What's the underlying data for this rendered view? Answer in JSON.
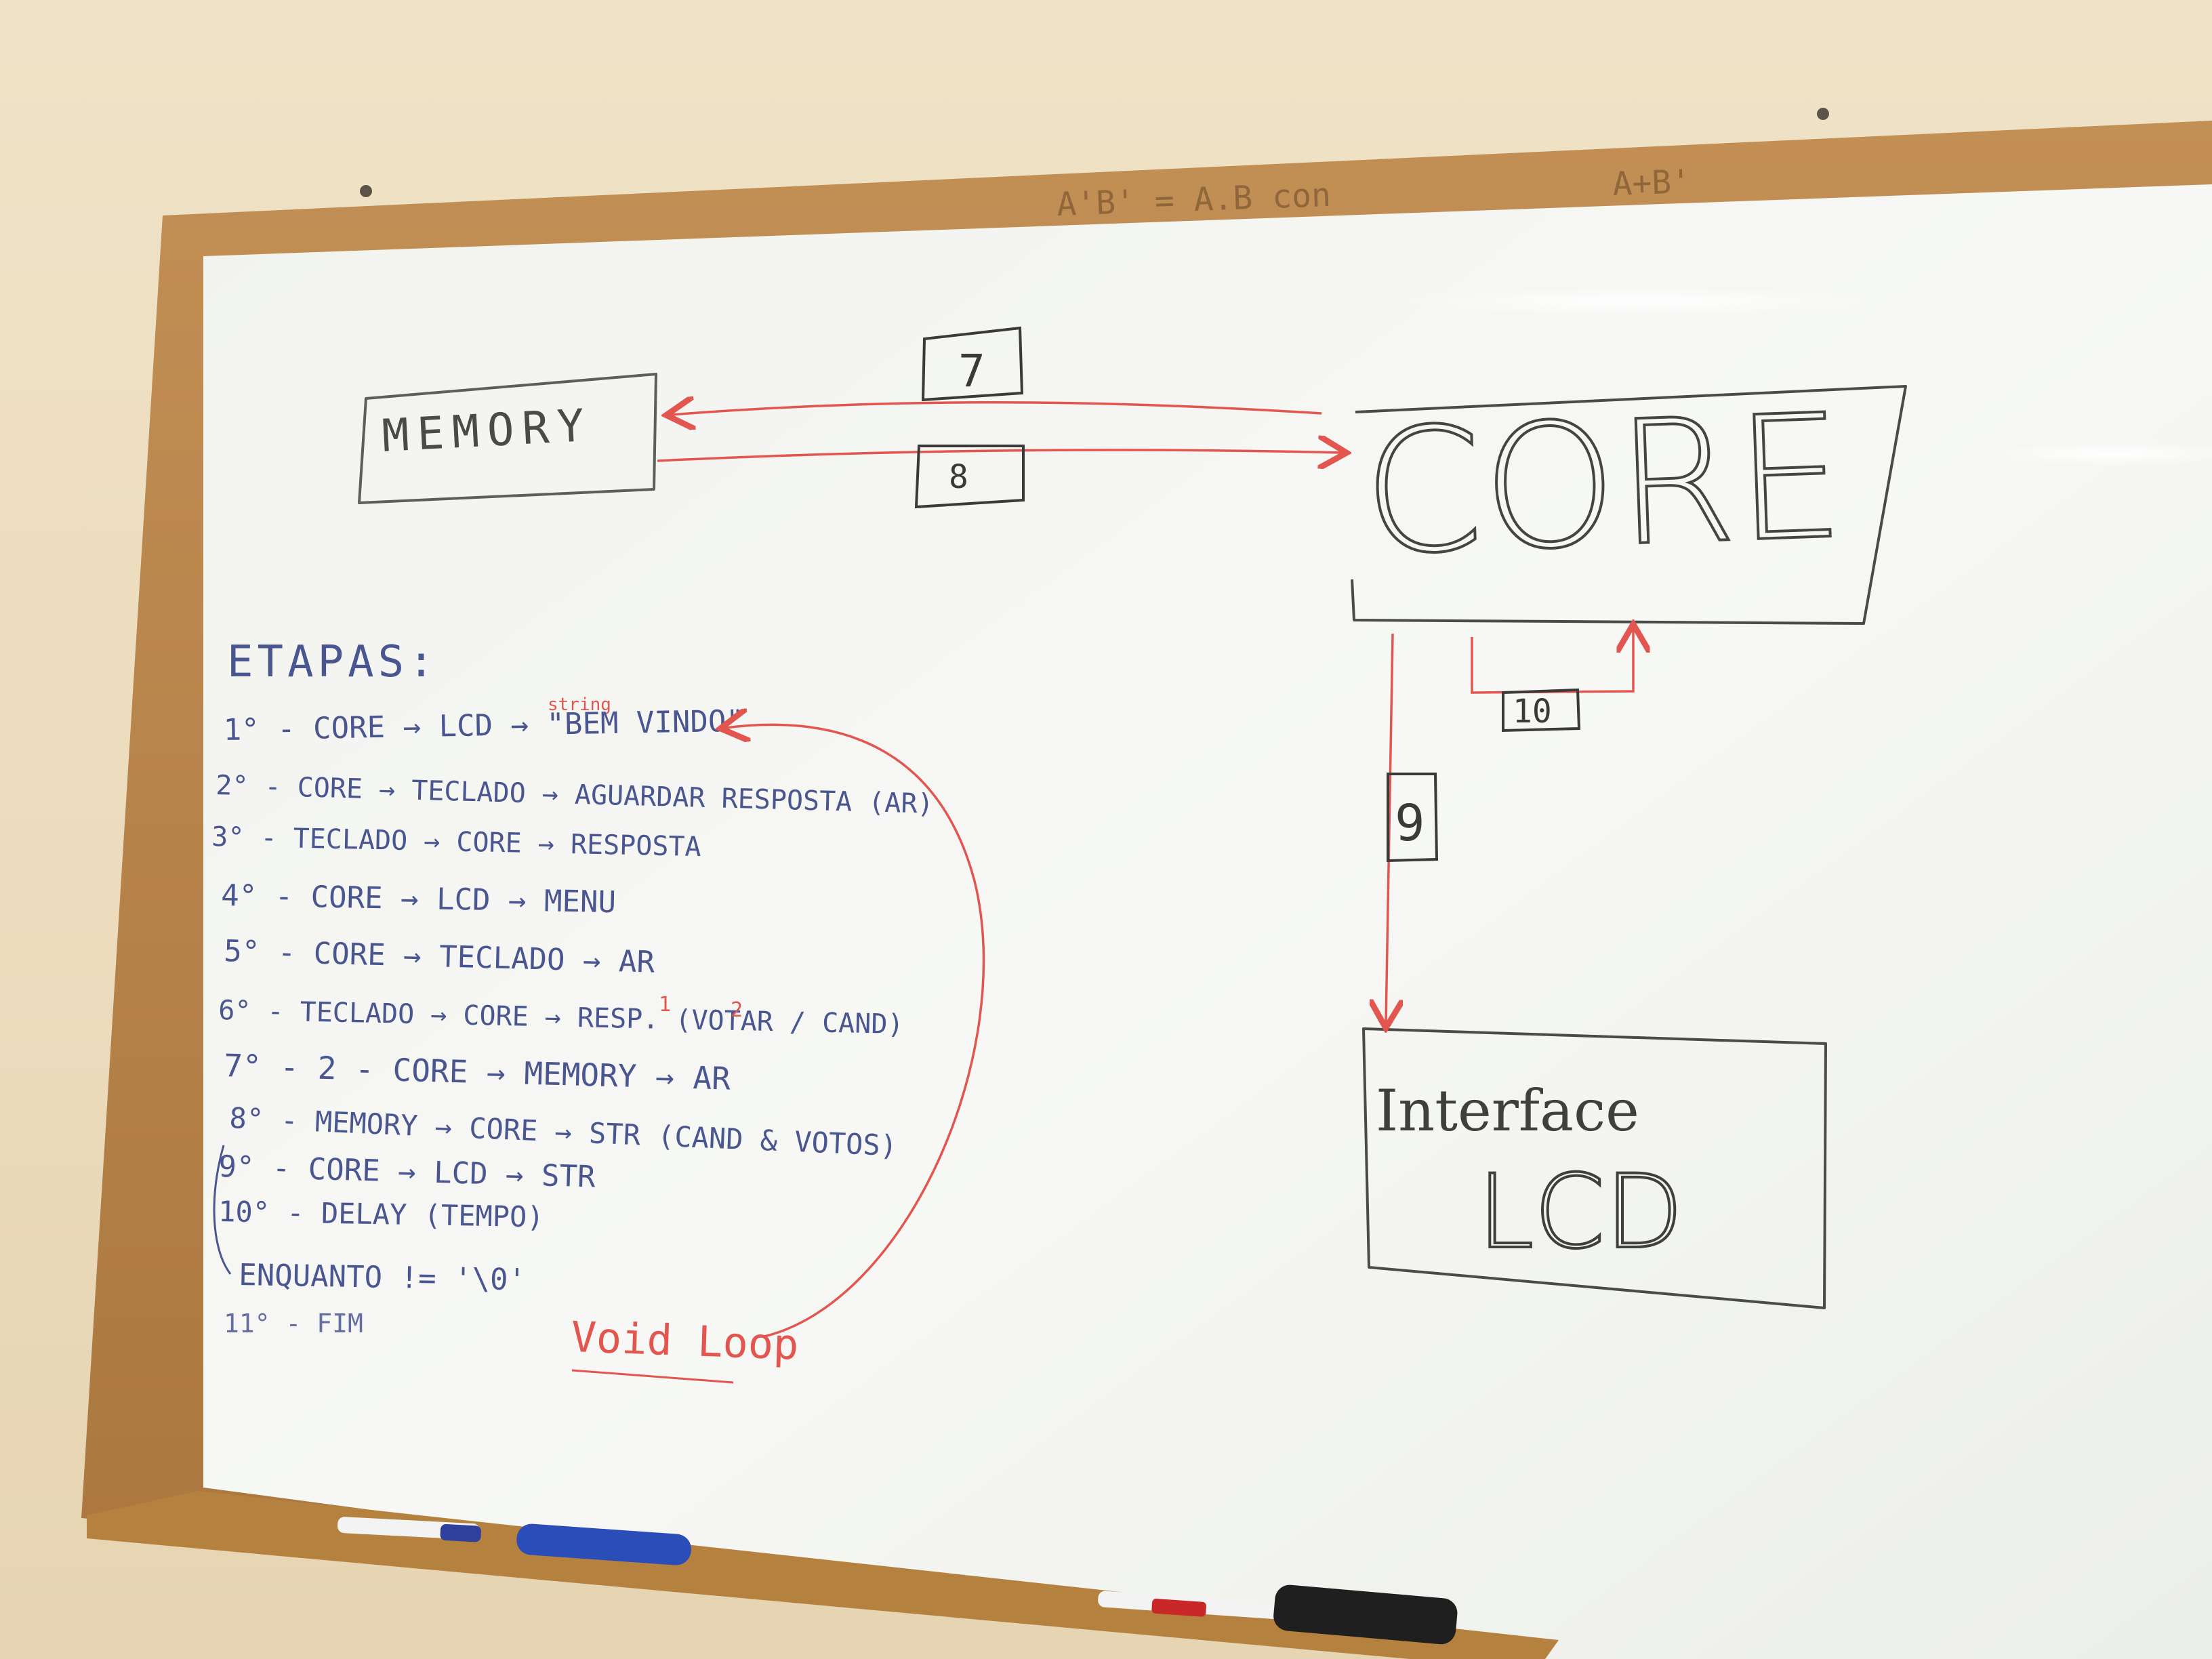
{
  "board": {
    "frame_note_left": "A'B' = A.B con",
    "frame_note_right": "A+B'"
  },
  "diagram": {
    "memory_label": "MEMORY",
    "core_label": "CORE",
    "interface_label_line1": "Interface",
    "interface_label_line2": "LCD",
    "arrow_label_7": "7",
    "arrow_label_8": "8",
    "arrow_label_9": "9",
    "arrow_label_10": "10"
  },
  "notes": {
    "title": "ETAPAS:",
    "string_annotation": "string",
    "steps": [
      "1° - CORE → LCD → \"BEM VINDO\"",
      "2° - CORE → TECLADO → AGUARDAR RESPOSTA (AR)",
      "3° - TECLADO → CORE → RESPOSTA",
      "4° - CORE → LCD → MENU",
      "5° - CORE → TECLADO → AR",
      "6° - TECLADO → CORE → RESP. (VOTAR / CAND)",
      "7° - 2 - CORE → MEMORY → AR",
      "8° - MEMORY → CORE → STR (CAND & VOTOS)",
      "9° - CORE → LCD → STR",
      "10° - DELAY (TEMPO)",
      "ENQUANTO != '\\0'",
      "11° - FIM"
    ],
    "option_1": "1",
    "option_2": "2",
    "loop_label": "Void Loop"
  },
  "colors": {
    "wall": "#ecdcbd",
    "frame": "#b8844a",
    "board": "#f6f7f4",
    "ink_black": "#3a3a38",
    "ink_blue": "#4a5690",
    "ink_red": "#e2564f"
  }
}
